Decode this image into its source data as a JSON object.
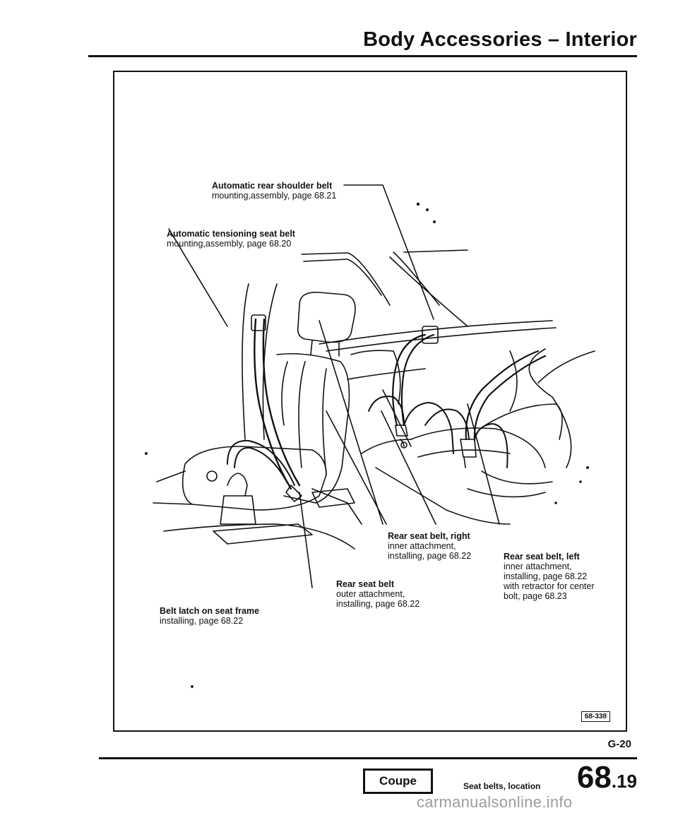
{
  "header": {
    "title": "Body Accessories – Interior"
  },
  "labels": {
    "shoulder_belt": {
      "title": "Automatic rear shoulder belt",
      "text": [
        "mounting,assembly, page 68.21"
      ]
    },
    "tensioning_belt": {
      "title": "Automatic tensioning seat belt",
      "text": [
        "mounting,assembly, page 68.20"
      ]
    },
    "rear_right": {
      "title": "Rear seat belt, right",
      "text": [
        "inner attachment,",
        "installing, page 68.22"
      ]
    },
    "rear_left": {
      "title": "Rear seat belt, left",
      "text": [
        "inner attachment,",
        "installing, page 68.22",
        "with retractor for center",
        "bolt, page 68.23"
      ]
    },
    "rear_outer": {
      "title": "Rear seat belt",
      "text": [
        "outer attachment,",
        "installing, page 68.22"
      ]
    },
    "belt_latch": {
      "title": "Belt latch on seat frame",
      "text": [
        "installing, page 68.22"
      ]
    }
  },
  "figure_id": "68-338",
  "page_code": "G-20",
  "footer": {
    "model": "Coupe",
    "section": "Seat belts, location",
    "page_major": "68",
    "page_minor": ".19",
    "watermark": "carmanualsonline.info"
  }
}
